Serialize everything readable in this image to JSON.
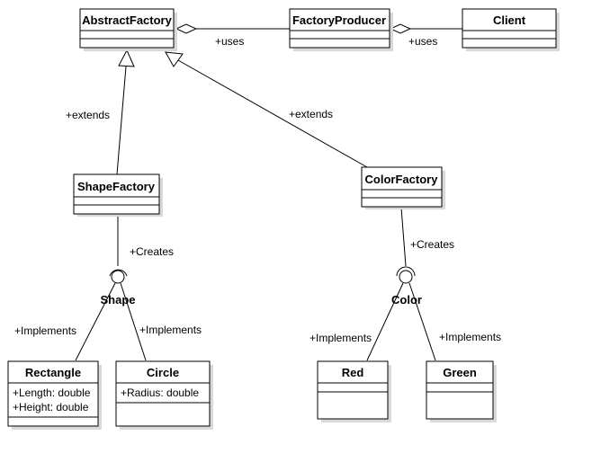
{
  "classes": {
    "abstract_factory": {
      "name": "AbstractFactory"
    },
    "factory_producer": {
      "name": "FactoryProducer"
    },
    "client": {
      "name": "Client"
    },
    "shape_factory": {
      "name": "ShapeFactory"
    },
    "color_factory": {
      "name": "ColorFactory"
    },
    "rectangle": {
      "name": "Rectangle",
      "attributes": [
        "+Length: double",
        "+Height: double"
      ]
    },
    "circle": {
      "name": "Circle",
      "attributes": [
        "+Radius: double"
      ]
    },
    "red": {
      "name": "Red"
    },
    "green": {
      "name": "Green"
    }
  },
  "interfaces": {
    "shape": {
      "name": "Shape"
    },
    "color": {
      "name": "Color"
    }
  },
  "relations": {
    "producer_uses_abstract": "+uses",
    "client_uses_producer": "+uses",
    "shape_extends": "+extends",
    "color_extends": "+extends",
    "shape_creates": "+Creates",
    "color_creates": "+Creates",
    "rectangle_implements": "+Implements",
    "circle_implements": "+Implements",
    "red_implements": "+Implements",
    "green_implements": "+Implements"
  }
}
